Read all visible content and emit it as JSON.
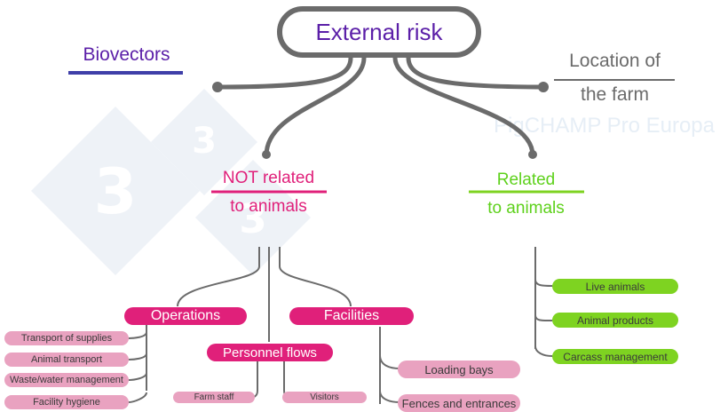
{
  "root": {
    "label": "External risk"
  },
  "biovectors": {
    "label": "Biovectors"
  },
  "location": {
    "line1": "Location of",
    "line2": "the farm"
  },
  "watermark": {
    "text": "PigCHAMP Pro Europa",
    "badge": "3"
  },
  "not_related": {
    "line1": "NOT related",
    "line2": "to animals"
  },
  "related": {
    "line1": "Related",
    "line2": "to animals"
  },
  "operations": {
    "label": "Operations",
    "items": [
      "Transport of supplies",
      "Animal transport",
      "Waste/water management",
      "Facility hygiene"
    ]
  },
  "personnel": {
    "label": "Personnel flows",
    "items": [
      "Farm staff",
      "Visitors"
    ]
  },
  "facilities": {
    "label": "Facilities",
    "items": [
      "Loading bays",
      "Fences and entrances"
    ]
  },
  "related_items": [
    "Live animals",
    "Animal products",
    "Carcass management"
  ],
  "colors": {
    "purple": "#5b1fa8",
    "magenta": "#e0207a",
    "pink_soft": "#e9a2c0",
    "green": "#7ed321",
    "green_text": "#5ed11c",
    "connector": "#6b6b6b",
    "underline_blue": "#3f3fa8"
  }
}
